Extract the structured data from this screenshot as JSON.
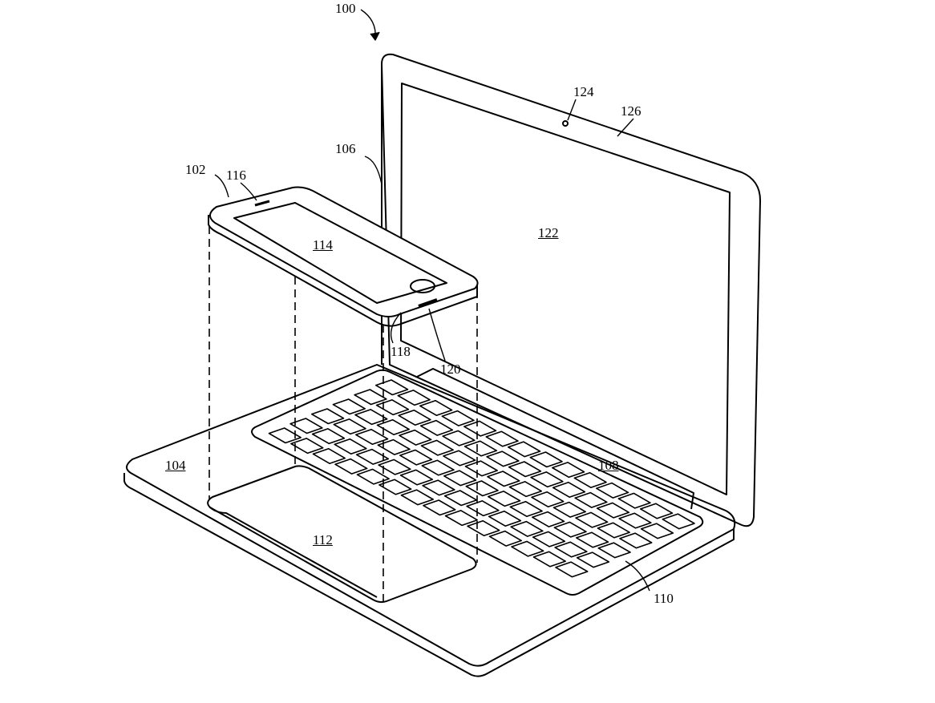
{
  "figure": {
    "ref_labels": {
      "device_system": "100",
      "phone": "102",
      "base": "104",
      "lid": "106",
      "keyboard": "108",
      "key": "110",
      "recess": "112",
      "phone_display": "114",
      "speaker": "116",
      "home_button": "118",
      "connector": "120",
      "laptop_display": "122",
      "camera": "124",
      "bezel": "126"
    }
  }
}
